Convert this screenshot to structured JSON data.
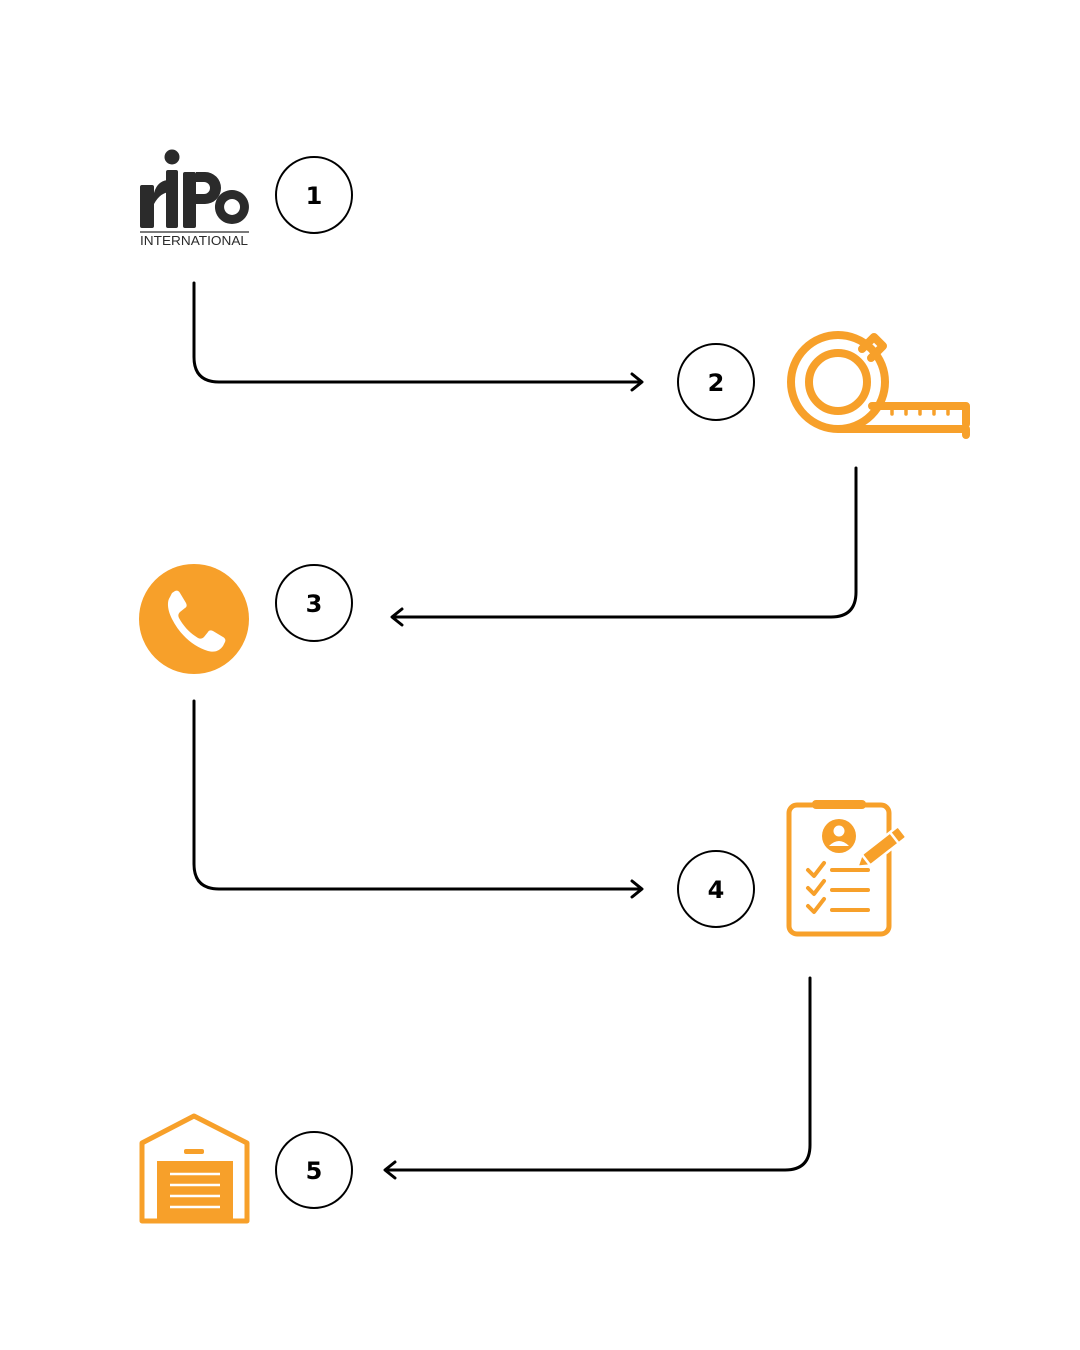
{
  "logo": {
    "wordmark": "ripo",
    "subtitle": "INTERNATIONAL"
  },
  "colors": {
    "accent": "#F7A02A",
    "ink": "#000000",
    "logo": "#2B2B2B"
  },
  "steps": [
    {
      "number": "1",
      "icon": "ripo-logo"
    },
    {
      "number": "2",
      "icon": "tape-measure-icon"
    },
    {
      "number": "3",
      "icon": "phone-icon"
    },
    {
      "number": "4",
      "icon": "clipboard-checklist-icon"
    },
    {
      "number": "5",
      "icon": "garage-door-icon"
    }
  ]
}
